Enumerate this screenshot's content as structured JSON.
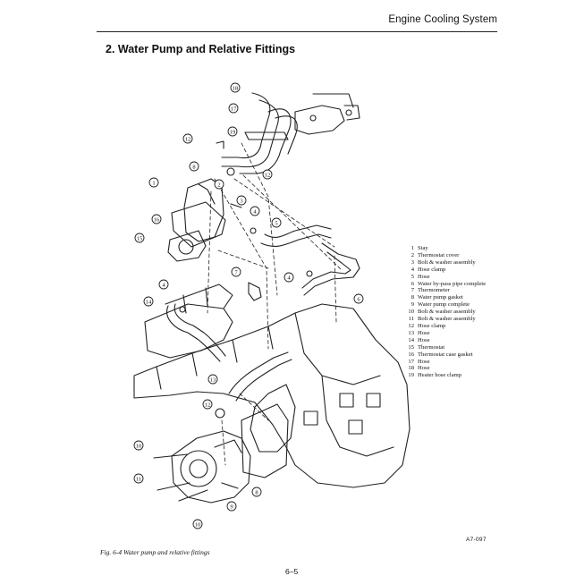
{
  "header": {
    "title": "Engine Cooling System"
  },
  "section": {
    "title": "2.  Water Pump and Relative Fittings"
  },
  "legend": [
    {
      "num": "1",
      "label": "Stay"
    },
    {
      "num": "2",
      "label": "Thermostat cover"
    },
    {
      "num": "3",
      "label": "Bolt & washer assembly"
    },
    {
      "num": "4",
      "label": "Hose clamp"
    },
    {
      "num": "5",
      "label": "Hose"
    },
    {
      "num": "6",
      "label": "Water by-pass pipe complete"
    },
    {
      "num": "7",
      "label": "Thermometer"
    },
    {
      "num": "8",
      "label": "Water pump gasket"
    },
    {
      "num": "9",
      "label": "Water pump complete"
    },
    {
      "num": "10",
      "label": "Bolt & washer assembly"
    },
    {
      "num": "11",
      "label": "Bolt & washer assembly"
    },
    {
      "num": "12",
      "label": "Hose clamp"
    },
    {
      "num": "13",
      "label": "Hose"
    },
    {
      "num": "14",
      "label": "Hose"
    },
    {
      "num": "15",
      "label": "Thermostat"
    },
    {
      "num": "16",
      "label": "Thermostat case gasket"
    },
    {
      "num": "17",
      "label": "Hose"
    },
    {
      "num": "18",
      "label": "Hose"
    },
    {
      "num": "19",
      "label": "Heater hose clamp"
    }
  ],
  "callouts": [
    {
      "id": "18",
      "label": "18"
    },
    {
      "id": "17",
      "label": "17"
    },
    {
      "id": "19",
      "label": "19"
    },
    {
      "id": "12a",
      "label": "12"
    },
    {
      "id": "12b",
      "label": "12"
    },
    {
      "id": "8a",
      "label": "8"
    },
    {
      "id": "1",
      "label": "1"
    },
    {
      "id": "2",
      "label": "2"
    },
    {
      "id": "3",
      "label": "3"
    },
    {
      "id": "16",
      "label": "16"
    },
    {
      "id": "15",
      "label": "15"
    },
    {
      "id": "4a",
      "label": "4"
    },
    {
      "id": "5",
      "label": "5"
    },
    {
      "id": "4b",
      "label": "4"
    },
    {
      "id": "6",
      "label": "6"
    },
    {
      "id": "7",
      "label": "7"
    },
    {
      "id": "4c",
      "label": "4"
    },
    {
      "id": "14",
      "label": "14"
    },
    {
      "id": "13",
      "label": "13"
    },
    {
      "id": "12c",
      "label": "12"
    },
    {
      "id": "10a",
      "label": "10"
    },
    {
      "id": "11",
      "label": "11"
    },
    {
      "id": "10b",
      "label": "10"
    },
    {
      "id": "9",
      "label": "9"
    },
    {
      "id": "8b",
      "label": "8"
    }
  ],
  "figure": {
    "caption": "Fig. 6-4  Water pump and relative fittings",
    "reference": "A7-097"
  },
  "page_number": "6–5"
}
